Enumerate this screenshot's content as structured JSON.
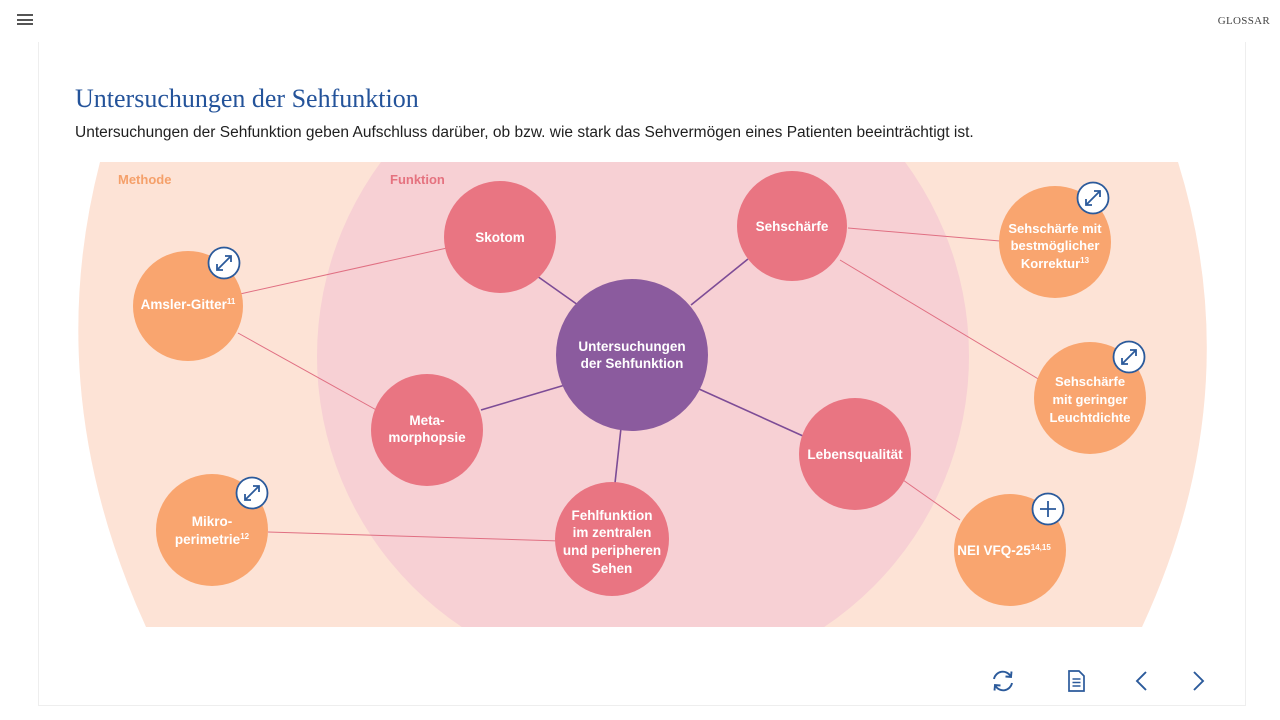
{
  "header": {
    "menu_icon": "hamburger-menu-icon",
    "glossar_label": "GLOSSAR"
  },
  "page": {
    "title": "Untersuchungen der Sehfunktion",
    "subtitle": "Untersuchungen der Sehfunktion geben Aufschluss darüber, ob bzw. wie stark das Sehvermögen eines Patienten beeinträchtigt ist."
  },
  "diagram": {
    "labels": {
      "methode": "Methode",
      "funktion": "Funktion"
    },
    "center": {
      "line1": "Untersuchungen",
      "line2": "der Sehfunktion"
    },
    "funktion_nodes": {
      "skotom": "Skotom",
      "sehschaerfe": "Sehschärfe",
      "meta_1": "Meta-",
      "meta_2": "morphopsie",
      "lebensqualitaet": "Lebensqualität",
      "fehl_1": "Fehlfunktion",
      "fehl_2": "im zentralen",
      "fehl_3": "und peripheren",
      "fehl_4": "Sehen"
    },
    "methode_nodes": {
      "amsler": "Amsler-Gitter",
      "amsler_sup": "11",
      "mikro_1": "Mikro-",
      "mikro_2": "perimetrie",
      "mikro_sup": "12",
      "best_1": "Sehschärfe mit",
      "best_2": "bestmöglicher",
      "best_3": "Korrektur",
      "best_sup": "13",
      "gering_1": "Sehschärfe",
      "gering_2": "mit geringer",
      "gering_3": "Leuchtdichte",
      "nei": "NEI VFQ-25",
      "nei_sup": "14,15"
    },
    "badge_icons": {
      "expand": "expand-arrow-icon",
      "plus": "plus-icon"
    },
    "colors": {
      "methode_bg": "#fde3d6",
      "funktion_bg": "#f7d0d4",
      "funktion_node": "#e97582",
      "methode_node": "#f9a56f",
      "center_node": "#8b5b9e",
      "badge": "#2b5a9b"
    }
  },
  "nav": {
    "reload_icon": "reload-icon",
    "document_icon": "document-icon",
    "prev_icon": "chevron-left-icon",
    "next_icon": "chevron-right-icon"
  }
}
